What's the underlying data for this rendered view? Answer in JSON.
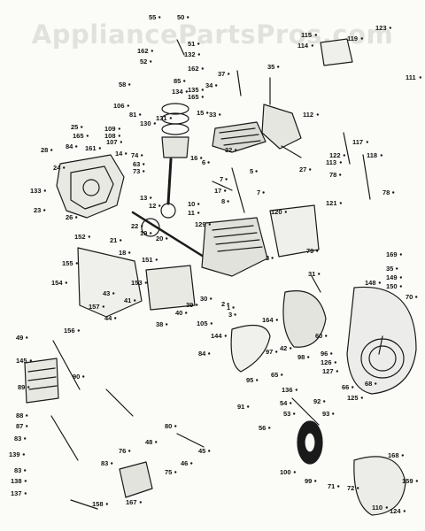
{
  "watermark": "AppliancePartsPros.com",
  "colors": {
    "ink": "#1a1a1a",
    "paper": "#fbfbf8",
    "watermark": "#d8d8d8"
  },
  "labels": [
    {
      "t": "55"
    },
    {
      "t": "50"
    },
    {
      "t": "51"
    },
    {
      "t": "132"
    },
    {
      "t": "162"
    },
    {
      "t": "52"
    },
    {
      "t": "162"
    },
    {
      "t": "58"
    },
    {
      "t": "85"
    },
    {
      "t": "134"
    },
    {
      "t": "135"
    },
    {
      "t": "37"
    },
    {
      "t": "34"
    },
    {
      "t": "165"
    },
    {
      "t": "35"
    },
    {
      "t": "15"
    },
    {
      "t": "131"
    },
    {
      "t": "130"
    },
    {
      "t": "106"
    },
    {
      "t": "81"
    },
    {
      "t": "25"
    },
    {
      "t": "165"
    },
    {
      "t": "109"
    },
    {
      "t": "108"
    },
    {
      "t": "107"
    },
    {
      "t": "161"
    },
    {
      "t": "84"
    },
    {
      "t": "28"
    },
    {
      "t": "14"
    },
    {
      "t": "74"
    },
    {
      "t": "24"
    },
    {
      "t": "63"
    },
    {
      "t": "73"
    },
    {
      "t": "16"
    },
    {
      "t": "33"
    },
    {
      "t": "32"
    },
    {
      "t": "6"
    },
    {
      "t": "5"
    },
    {
      "t": "133"
    },
    {
      "t": "23"
    },
    {
      "t": "26"
    },
    {
      "t": "17"
    },
    {
      "t": "7"
    },
    {
      "t": "8"
    },
    {
      "t": "7"
    },
    {
      "t": "13"
    },
    {
      "t": "12"
    },
    {
      "t": "10"
    },
    {
      "t": "11"
    },
    {
      "t": "129"
    },
    {
      "t": "22"
    },
    {
      "t": "21"
    },
    {
      "t": "19"
    },
    {
      "t": "20"
    },
    {
      "t": "18"
    },
    {
      "t": "151"
    },
    {
      "t": "152"
    },
    {
      "t": "155"
    },
    {
      "t": "154"
    },
    {
      "t": "153"
    },
    {
      "t": "43"
    },
    {
      "t": "41"
    },
    {
      "t": "157"
    },
    {
      "t": "44"
    },
    {
      "t": "38"
    },
    {
      "t": "40"
    },
    {
      "t": "39"
    },
    {
      "t": "30"
    },
    {
      "t": "2"
    },
    {
      "t": "3"
    },
    {
      "t": "105"
    },
    {
      "t": "144"
    },
    {
      "t": "1"
    },
    {
      "t": "120"
    },
    {
      "t": "121"
    },
    {
      "t": "79"
    },
    {
      "t": "3"
    },
    {
      "t": "31"
    },
    {
      "t": "164"
    },
    {
      "t": "60"
    },
    {
      "t": "112"
    },
    {
      "t": "115"
    },
    {
      "t": "114"
    },
    {
      "t": "119"
    },
    {
      "t": "123"
    },
    {
      "t": "111"
    },
    {
      "t": "117"
    },
    {
      "t": "122"
    },
    {
      "t": "113"
    },
    {
      "t": "27"
    },
    {
      "t": "78"
    },
    {
      "t": "118"
    },
    {
      "t": "78"
    },
    {
      "t": "169"
    },
    {
      "t": "148"
    },
    {
      "t": "35"
    },
    {
      "t": "149"
    },
    {
      "t": "150"
    },
    {
      "t": "70"
    },
    {
      "t": "156"
    },
    {
      "t": "49"
    },
    {
      "t": "145"
    },
    {
      "t": "90"
    },
    {
      "t": "89"
    },
    {
      "t": "88"
    },
    {
      "t": "87"
    },
    {
      "t": "83"
    },
    {
      "t": "139"
    },
    {
      "t": "83"
    },
    {
      "t": "138"
    },
    {
      "t": "137"
    },
    {
      "t": "84"
    },
    {
      "t": "42"
    },
    {
      "t": "98"
    },
    {
      "t": "97"
    },
    {
      "t": "96"
    },
    {
      "t": "126"
    },
    {
      "t": "127"
    },
    {
      "t": "65"
    },
    {
      "t": "95"
    },
    {
      "t": "91"
    },
    {
      "t": "136"
    },
    {
      "t": "54"
    },
    {
      "t": "53"
    },
    {
      "t": "66"
    },
    {
      "t": "68"
    },
    {
      "t": "125"
    },
    {
      "t": "93"
    },
    {
      "t": "92"
    },
    {
      "t": "56"
    },
    {
      "t": "80"
    },
    {
      "t": "48"
    },
    {
      "t": "45"
    },
    {
      "t": "46"
    },
    {
      "t": "76"
    },
    {
      "t": "75"
    },
    {
      "t": "83"
    },
    {
      "t": "167"
    },
    {
      "t": "158"
    },
    {
      "t": "100"
    },
    {
      "t": "99"
    },
    {
      "t": "168"
    },
    {
      "t": "71"
    },
    {
      "t": "72"
    },
    {
      "t": "159"
    },
    {
      "t": "110"
    },
    {
      "t": "124"
    }
  ]
}
